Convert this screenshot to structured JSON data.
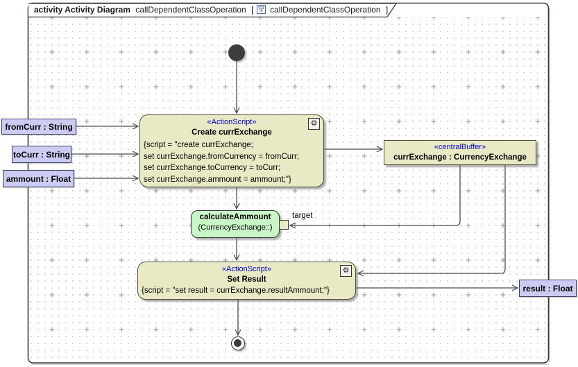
{
  "frame": {
    "keyword": "activity Activity Diagram",
    "diagram_name": "callDependentClassOperation",
    "bracket_open": "[",
    "diagram_ref": "callDependentClassOperation",
    "bracket_close": "]"
  },
  "nodes": {
    "create_action": {
      "stereotype": "«ActionScript»",
      "name": "Create currExchange",
      "script_lines": [
        "{script = \"create currExchange;",
        "set currExchange.fromCurrency = fromCurr;",
        "set currExchange.toCurrency = toCurr;",
        "set currExchange.ammount = ammount;\"}"
      ],
      "icon": "⚙"
    },
    "central_buffer": {
      "stereotype": "«centralBuffer»",
      "name": "currExchange : CurrencyExchange"
    },
    "call_operation": {
      "name": "calculateAmmount",
      "qualifier": "(CurrencyExchange::)",
      "pin_label": "target"
    },
    "set_result_action": {
      "stereotype": "«ActionScript»",
      "name": "Set Result",
      "script_lines": [
        "{script = \"set result = currExchange.resultAmmount;\"}"
      ],
      "icon": "⚙"
    }
  },
  "parameters": [
    {
      "label": "fromCurr : String"
    },
    {
      "label": "toCurr : String"
    },
    {
      "label": "ammount : Float"
    },
    {
      "label": "result : Float"
    }
  ],
  "colors": {
    "action_fill": "#e9e9c6",
    "action_border": "#4f4f35",
    "call_action_fill": "#c9f6c6",
    "parameter_fill": "#ccccf3",
    "stereotype_text": "#0000cc",
    "edge_line": "#4a4a4a",
    "frame_border": "#3a3a3a",
    "initial_final_fill": "#3d3d3d"
  }
}
